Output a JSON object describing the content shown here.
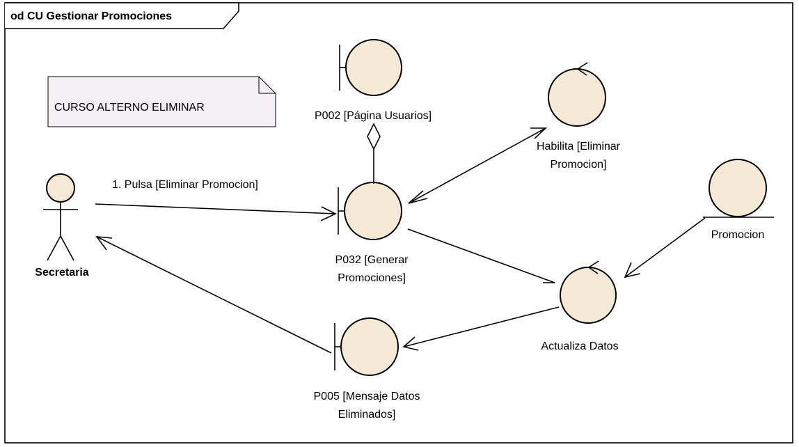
{
  "diagram": {
    "frame_title": "od CU Gestionar Promociones",
    "note": "CURSO ALTERNO ELIMINAR",
    "colors": {
      "fill": "#f6ead7",
      "note_fill": "#f4f0f4",
      "stroke": "#000000"
    },
    "actor": {
      "name": "Secretaria"
    },
    "elements": {
      "p002": {
        "type": "boundary",
        "line1": "P002 [Página Usuarios]"
      },
      "p032": {
        "type": "boundary",
        "line1": "P032 [Generar",
        "line2": "Promociones]"
      },
      "p005": {
        "type": "boundary",
        "line1": "P005 [Mensaje Datos",
        "line2": "Eliminados]"
      },
      "habilita": {
        "type": "control",
        "line1": "Habilita [Eliminar",
        "line2": "Promocion]"
      },
      "actualiza": {
        "type": "control",
        "line1": "Actualiza Datos"
      },
      "promocion": {
        "type": "entity",
        "line1": "Promocion"
      }
    },
    "messages": {
      "m1": "1. Pulsa [Eliminar Promocion]"
    }
  }
}
